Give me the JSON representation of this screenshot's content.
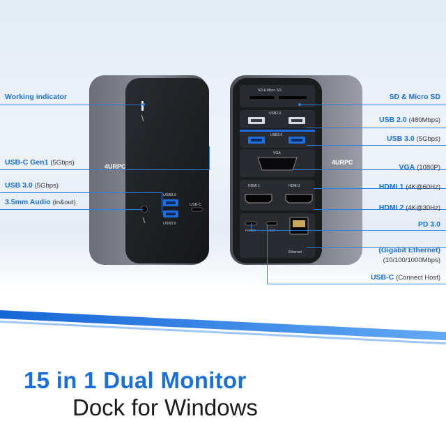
{
  "labels_left": {
    "working_indicator": "Working indicator",
    "usbc_gen1": "USB-C Gen1",
    "usbc_gen1_spec": "(5Gbps)",
    "usb30": "USB 3.0",
    "usb30_spec": "(5Gbps)",
    "audio": "3.5mm Audio",
    "audio_spec": "(in&out)"
  },
  "labels_right": {
    "sd": "SD & Micro SD",
    "usb20": "USB 2.0",
    "usb20_spec": "(480Mbps)",
    "usb30": "USB 3.0",
    "usb30_spec": "(5Gbps)",
    "vga": "VGA",
    "vga_spec": "(1080P)",
    "hdmi1": "HDMI 1",
    "hdmi1_spec": "(4K@60Hz)",
    "hdmi2": "HDMI 2",
    "hdmi2_spec": "(4K@30Hz)",
    "pd": "PD 3.0",
    "ethernet": "(Gigabit Ethernet)",
    "ethernet_spec": "(10/100/1000Mbps)",
    "usbc_host": "USB-C",
    "usbc_host_spec": "(Connect Host)"
  },
  "device_left": {
    "brand": "4URPC",
    "usb30_top": "USB3.0",
    "usb30_bottom": "USB3.0",
    "usbc": "USB-C"
  },
  "device_right": {
    "brand": "4URPC",
    "sd": "SD & Micro SD",
    "usb20": "USB2.0",
    "usb30": "USB3.0",
    "vga": "VGA",
    "hdmi1": "HDMI 1",
    "hdmi2": "HDMI 2",
    "power": "POWER",
    "host": "HOST",
    "ethernet": "Ethernet"
  },
  "headline": {
    "line1": "15 in 1 Dual Monitor",
    "line2": "Dock for Windows"
  },
  "colors": {
    "accent": "#1b6fd8",
    "device_body": "#5d6068",
    "device_face": "#1d1f24"
  }
}
